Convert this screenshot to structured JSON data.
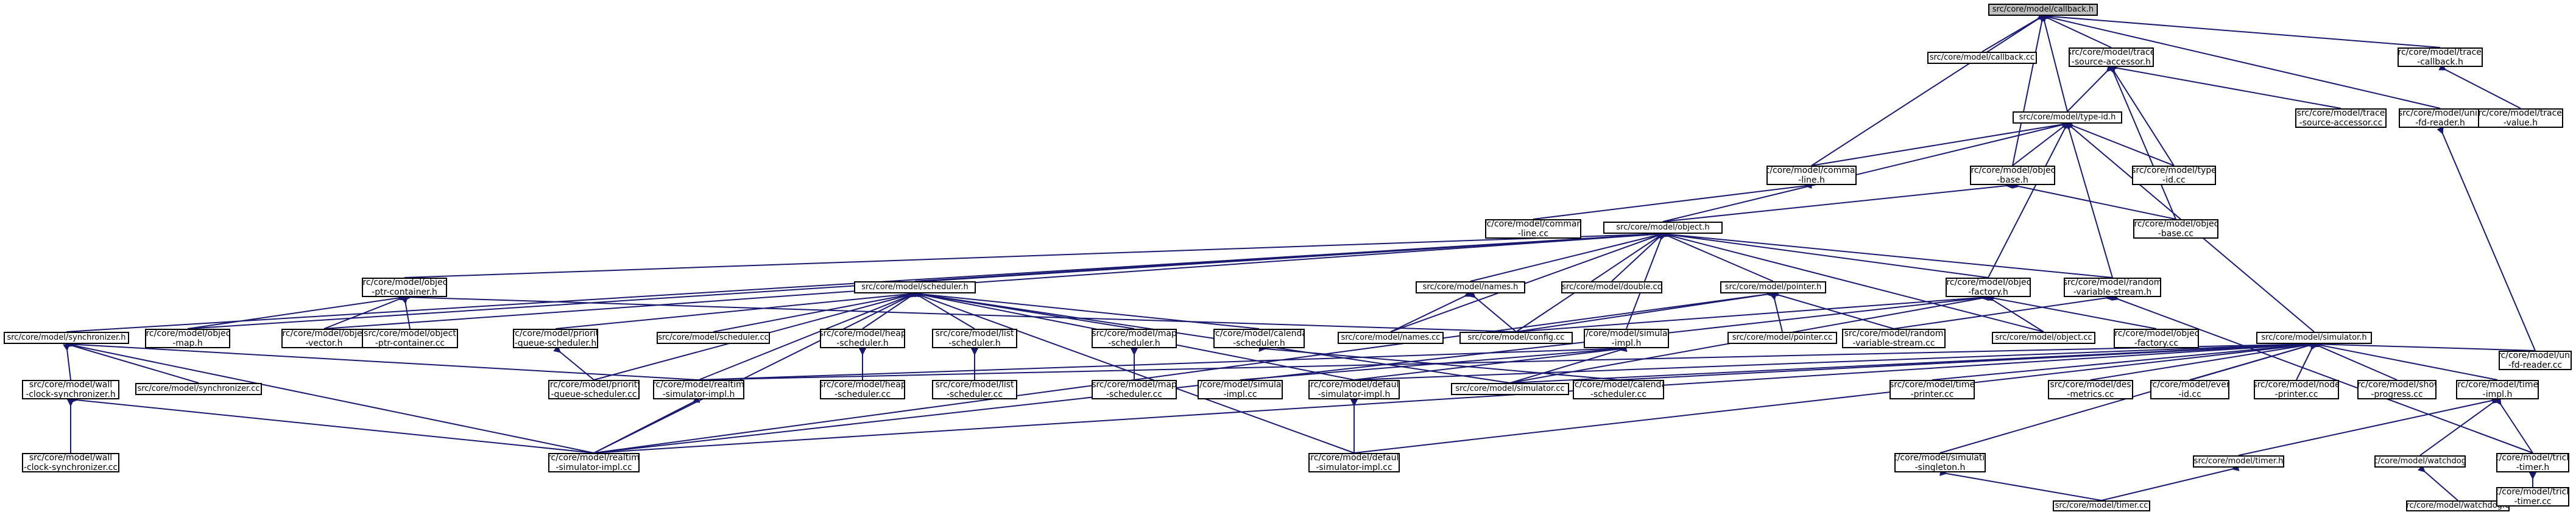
{
  "diagram": {
    "type": "include-dependency-graph",
    "root": "callback_h",
    "colors": {
      "edge": "#191970",
      "node_border": "#000000",
      "node_fill": "#ffffff",
      "root_fill": "#bfbfbf"
    },
    "nodes": [
      {
        "id": "callback_h",
        "lines": [
          "src/core/model/callback.h"
        ]
      },
      {
        "id": "callback_cc",
        "lines": [
          "src/core/model/callback.cc"
        ]
      },
      {
        "id": "trace_sa_h",
        "lines": [
          "src/core/model/trace",
          "-source-accessor.h"
        ]
      },
      {
        "id": "traced_cb_h",
        "lines": [
          "src/core/model/traced",
          "-callback.h"
        ]
      },
      {
        "id": "type_id_h",
        "lines": [
          "src/core/model/type-id.h"
        ]
      },
      {
        "id": "trace_sa_cc",
        "lines": [
          "src/core/model/trace",
          "-source-accessor.cc"
        ]
      },
      {
        "id": "unix_fd_h",
        "lines": [
          "src/core/model/unix",
          "-fd-reader.h"
        ]
      },
      {
        "id": "traced_value_h",
        "lines": [
          "src/core/model/traced",
          "-value.h"
        ]
      },
      {
        "id": "cmdline_h",
        "lines": [
          "src/core/model/command",
          "-line.h"
        ]
      },
      {
        "id": "object_base_h",
        "lines": [
          "src/core/model/object",
          "-base.h"
        ]
      },
      {
        "id": "type_id_cc",
        "lines": [
          "src/core/model/type",
          "-id.cc"
        ]
      },
      {
        "id": "cmdline_cc",
        "lines": [
          "src/core/model/command",
          "-line.cc"
        ]
      },
      {
        "id": "object_h",
        "lines": [
          "src/core/model/object.h"
        ]
      },
      {
        "id": "object_base_cc",
        "lines": [
          "src/core/model/object",
          "-base.cc"
        ]
      },
      {
        "id": "ptr_container_h",
        "lines": [
          "src/core/model/object",
          "-ptr-container.h"
        ]
      },
      {
        "id": "scheduler_h",
        "lines": [
          "src/core/model/scheduler.h"
        ]
      },
      {
        "id": "names_h",
        "lines": [
          "src/core/model/names.h"
        ]
      },
      {
        "id": "double_cc",
        "lines": [
          "src/core/model/double.cc"
        ]
      },
      {
        "id": "pointer_h",
        "lines": [
          "src/core/model/pointer.h"
        ]
      },
      {
        "id": "object_factory_h",
        "lines": [
          "src/core/model/object",
          "-factory.h"
        ]
      },
      {
        "id": "random_vs_h",
        "lines": [
          "src/core/model/random",
          "-variable-stream.h"
        ]
      },
      {
        "id": "synchronizer_h",
        "lines": [
          "src/core/model/synchronizer.h"
        ]
      },
      {
        "id": "object_map_h",
        "lines": [
          "src/core/model/object",
          "-map.h"
        ]
      },
      {
        "id": "object_vector_h",
        "lines": [
          "src/core/model/object",
          "-vector.h"
        ]
      },
      {
        "id": "ptr_container_cc",
        "lines": [
          "src/core/model/object",
          "-ptr-container.cc"
        ]
      },
      {
        "id": "pq_scheduler_h",
        "lines": [
          "src/core/model/priority",
          "-queue-scheduler.h"
        ]
      },
      {
        "id": "scheduler_cc",
        "lines": [
          "src/core/model/scheduler.cc"
        ]
      },
      {
        "id": "heap_scheduler_h",
        "lines": [
          "src/core/model/heap",
          "-scheduler.h"
        ]
      },
      {
        "id": "list_scheduler_h",
        "lines": [
          "src/core/model/list",
          "-scheduler.h"
        ]
      },
      {
        "id": "map_scheduler_h",
        "lines": [
          "src/core/model/map",
          "-scheduler.h"
        ]
      },
      {
        "id": "calendar_scheduler_h",
        "lines": [
          "src/core/model/calendar",
          "-scheduler.h"
        ]
      },
      {
        "id": "names_cc",
        "lines": [
          "src/core/model/names.cc"
        ]
      },
      {
        "id": "config_cc",
        "lines": [
          "src/core/model/config.cc"
        ]
      },
      {
        "id": "simulator_impl_h",
        "lines": [
          "src/core/model/simulator",
          "-impl.h"
        ]
      },
      {
        "id": "pointer_cc",
        "lines": [
          "src/core/model/pointer.cc"
        ]
      },
      {
        "id": "random_vs_cc",
        "lines": [
          "src/core/model/random",
          "-variable-stream.cc"
        ]
      },
      {
        "id": "object_cc",
        "lines": [
          "src/core/model/object.cc"
        ]
      },
      {
        "id": "object_factory_cc",
        "lines": [
          "src/core/model/object",
          "-factory.cc"
        ]
      },
      {
        "id": "simulator_h",
        "lines": [
          "src/core/model/simulator.h"
        ]
      },
      {
        "id": "wall_sync_h",
        "lines": [
          "src/core/model/wall",
          "-clock-synchronizer.h"
        ]
      },
      {
        "id": "synchronizer_cc",
        "lines": [
          "src/core/model/synchronizer.cc"
        ]
      },
      {
        "id": "pq_scheduler_cc",
        "lines": [
          "src/core/model/priority",
          "-queue-scheduler.cc"
        ]
      },
      {
        "id": "realtime_sim_impl_h",
        "lines": [
          "src/core/model/realtime",
          "-simulator-impl.h"
        ]
      },
      {
        "id": "heap_scheduler_cc",
        "lines": [
          "src/core/model/heap",
          "-scheduler.cc"
        ]
      },
      {
        "id": "list_scheduler_cc",
        "lines": [
          "src/core/model/list",
          "-scheduler.cc"
        ]
      },
      {
        "id": "map_scheduler_cc",
        "lines": [
          "src/core/model/map",
          "-scheduler.cc"
        ]
      },
      {
        "id": "simulator_impl_cc",
        "lines": [
          "src/core/model/simulator",
          "-impl.cc"
        ]
      },
      {
        "id": "default_sim_impl_h",
        "lines": [
          "src/core/model/default",
          "-simulator-impl.h"
        ]
      },
      {
        "id": "simulator_cc",
        "lines": [
          "src/core/model/simulator.cc"
        ]
      },
      {
        "id": "calendar_scheduler_cc",
        "lines": [
          "src/core/model/calendar",
          "-scheduler.cc"
        ]
      },
      {
        "id": "time_printer_cc",
        "lines": [
          "src/core/model/time",
          "-printer.cc"
        ]
      },
      {
        "id": "des_metrics_cc",
        "lines": [
          "src/core/model/des",
          "-metrics.cc"
        ]
      },
      {
        "id": "event_id_cc",
        "lines": [
          "src/core/model/event",
          "-id.cc"
        ]
      },
      {
        "id": "node_printer_cc",
        "lines": [
          "src/core/model/node",
          "-printer.cc"
        ]
      },
      {
        "id": "show_progress_cc",
        "lines": [
          "src/core/model/show",
          "-progress.cc"
        ]
      },
      {
        "id": "timer_impl_h",
        "lines": [
          "src/core/model/timer",
          "-impl.h"
        ]
      },
      {
        "id": "unix_fd_cc",
        "lines": [
          "src/core/model/unix",
          "-fd-reader.cc"
        ]
      },
      {
        "id": "wall_sync_cc",
        "lines": [
          "src/core/model/wall",
          "-clock-synchronizer.cc"
        ]
      },
      {
        "id": "realtime_sim_impl_cc",
        "lines": [
          "src/core/model/realtime",
          "-simulator-impl.cc"
        ]
      },
      {
        "id": "default_sim_impl_cc",
        "lines": [
          "src/core/model/default",
          "-simulator-impl.cc"
        ]
      },
      {
        "id": "sim_singleton_h",
        "lines": [
          "src/core/model/simulation",
          "-singleton.h"
        ]
      },
      {
        "id": "timer_h",
        "lines": [
          "src/core/model/timer.h"
        ]
      },
      {
        "id": "watchdog_h",
        "lines": [
          "src/core/model/watchdog.h"
        ]
      },
      {
        "id": "trickle_timer_h",
        "lines": [
          "src/core/model/trickle",
          "-timer.h"
        ]
      },
      {
        "id": "timer_cc",
        "lines": [
          "src/core/model/timer.cc"
        ]
      },
      {
        "id": "watchdog_cc",
        "lines": [
          "src/core/model/watchdog.cc"
        ]
      },
      {
        "id": "trickle_timer_cc",
        "lines": [
          "src/core/model/trickle",
          "-timer.cc"
        ]
      }
    ],
    "edges": [
      [
        "callback_h",
        "callback_cc"
      ],
      [
        "callback_h",
        "trace_sa_h"
      ],
      [
        "callback_h",
        "traced_cb_h"
      ],
      [
        "callback_h",
        "type_id_h"
      ],
      [
        "callback_h",
        "unix_fd_h"
      ],
      [
        "callback_h",
        "cmdline_h"
      ],
      [
        "callback_h",
        "object_base_h"
      ],
      [
        "trace_sa_h",
        "type_id_h"
      ],
      [
        "trace_sa_h",
        "trace_sa_cc"
      ],
      [
        "trace_sa_h",
        "type_id_cc"
      ],
      [
        "trace_sa_h",
        "object_base_cc"
      ],
      [
        "traced_cb_h",
        "traced_value_h"
      ],
      [
        "unix_fd_h",
        "unix_fd_cc"
      ],
      [
        "type_id_h",
        "cmdline_h"
      ],
      [
        "type_id_h",
        "object_base_h"
      ],
      [
        "type_id_h",
        "type_id_cc"
      ],
      [
        "type_id_h",
        "object_factory_h"
      ],
      [
        "type_id_h",
        "random_vs_h"
      ],
      [
        "type_id_h",
        "object_h"
      ],
      [
        "type_id_h",
        "simulator_h"
      ],
      [
        "cmdline_h",
        "cmdline_cc"
      ],
      [
        "object_base_h",
        "object_h"
      ],
      [
        "object_base_h",
        "object_base_cc"
      ],
      [
        "object_h",
        "ptr_container_h"
      ],
      [
        "object_h",
        "scheduler_h"
      ],
      [
        "object_h",
        "names_h"
      ],
      [
        "object_h",
        "double_cc"
      ],
      [
        "object_h",
        "pointer_h"
      ],
      [
        "object_h",
        "object_factory_h"
      ],
      [
        "object_h",
        "random_vs_h"
      ],
      [
        "object_h",
        "synchronizer_h"
      ],
      [
        "object_h",
        "object_map_h"
      ],
      [
        "object_h",
        "object_vector_h"
      ],
      [
        "object_h",
        "simulator_impl_h"
      ],
      [
        "object_h",
        "object_cc"
      ],
      [
        "object_h",
        "names_cc"
      ],
      [
        "object_h",
        "config_cc"
      ],
      [
        "ptr_container_h",
        "object_map_h"
      ],
      [
        "ptr_container_h",
        "object_vector_h"
      ],
      [
        "ptr_container_h",
        "ptr_container_cc"
      ],
      [
        "ptr_container_h",
        "config_cc"
      ],
      [
        "scheduler_h",
        "pq_scheduler_h"
      ],
      [
        "scheduler_h",
        "scheduler_cc"
      ],
      [
        "scheduler_h",
        "heap_scheduler_h"
      ],
      [
        "scheduler_h",
        "list_scheduler_h"
      ],
      [
        "scheduler_h",
        "map_scheduler_h"
      ],
      [
        "scheduler_h",
        "calendar_scheduler_h"
      ],
      [
        "scheduler_h",
        "realtime_sim_impl_h"
      ],
      [
        "scheduler_h",
        "default_sim_impl_h"
      ],
      [
        "scheduler_h",
        "simulator_cc"
      ],
      [
        "scheduler_h",
        "pq_scheduler_cc"
      ],
      [
        "scheduler_h",
        "realtime_sim_impl_cc"
      ],
      [
        "scheduler_h",
        "default_sim_impl_cc"
      ],
      [
        "names_h",
        "names_cc"
      ],
      [
        "names_h",
        "config_cc"
      ],
      [
        "pointer_h",
        "pointer_cc"
      ],
      [
        "pointer_h",
        "config_cc"
      ],
      [
        "pointer_h",
        "random_vs_cc"
      ],
      [
        "pointer_h",
        "realtime_sim_impl_cc"
      ],
      [
        "object_factory_h",
        "object_factory_cc"
      ],
      [
        "object_factory_h",
        "object_cc"
      ],
      [
        "object_factory_h",
        "config_cc"
      ],
      [
        "object_factory_h",
        "simulator_cc"
      ],
      [
        "object_factory_h",
        "realtime_sim_impl_cc"
      ],
      [
        "random_vs_h",
        "random_vs_cc"
      ],
      [
        "random_vs_h",
        "trickle_timer_h"
      ],
      [
        "synchronizer_h",
        "wall_sync_h"
      ],
      [
        "synchronizer_h",
        "synchronizer_cc"
      ],
      [
        "synchronizer_h",
        "realtime_sim_impl_h"
      ],
      [
        "synchronizer_h",
        "realtime_sim_impl_cc"
      ],
      [
        "pq_scheduler_h",
        "pq_scheduler_cc"
      ],
      [
        "heap_scheduler_h",
        "heap_scheduler_cc"
      ],
      [
        "list_scheduler_h",
        "list_scheduler_cc"
      ],
      [
        "map_scheduler_h",
        "map_scheduler_cc"
      ],
      [
        "calendar_scheduler_h",
        "calendar_scheduler_cc"
      ],
      [
        "simulator_impl_h",
        "realtime_sim_impl_h"
      ],
      [
        "simulator_impl_h",
        "simulator_impl_cc"
      ],
      [
        "simulator_impl_h",
        "default_sim_impl_h"
      ],
      [
        "simulator_impl_h",
        "simulator_cc"
      ],
      [
        "simulator_h",
        "simulator_cc"
      ],
      [
        "simulator_h",
        "realtime_sim_impl_h"
      ],
      [
        "simulator_h",
        "default_sim_impl_h"
      ],
      [
        "simulator_h",
        "calendar_scheduler_cc"
      ],
      [
        "simulator_h",
        "time_printer_cc"
      ],
      [
        "simulator_h",
        "des_metrics_cc"
      ],
      [
        "simulator_h",
        "event_id_cc"
      ],
      [
        "simulator_h",
        "node_printer_cc"
      ],
      [
        "simulator_h",
        "show_progress_cc"
      ],
      [
        "simulator_h",
        "timer_impl_h"
      ],
      [
        "simulator_h",
        "unix_fd_cc"
      ],
      [
        "simulator_h",
        "sim_singleton_h"
      ],
      [
        "simulator_h",
        "realtime_sim_impl_cc"
      ],
      [
        "simulator_h",
        "default_sim_impl_cc"
      ],
      [
        "wall_sync_h",
        "wall_sync_cc"
      ],
      [
        "wall_sync_h",
        "realtime_sim_impl_cc"
      ],
      [
        "realtime_sim_impl_h",
        "realtime_sim_impl_cc"
      ],
      [
        "default_sim_impl_h",
        "default_sim_impl_cc"
      ],
      [
        "timer_impl_h",
        "timer_h"
      ],
      [
        "timer_impl_h",
        "watchdog_h"
      ],
      [
        "timer_impl_h",
        "trickle_timer_h"
      ],
      [
        "sim_singleton_h",
        "timer_cc"
      ],
      [
        "timer_h",
        "timer_cc"
      ],
      [
        "watchdog_h",
        "watchdog_cc"
      ],
      [
        "trickle_timer_h",
        "trickle_timer_cc"
      ]
    ]
  }
}
